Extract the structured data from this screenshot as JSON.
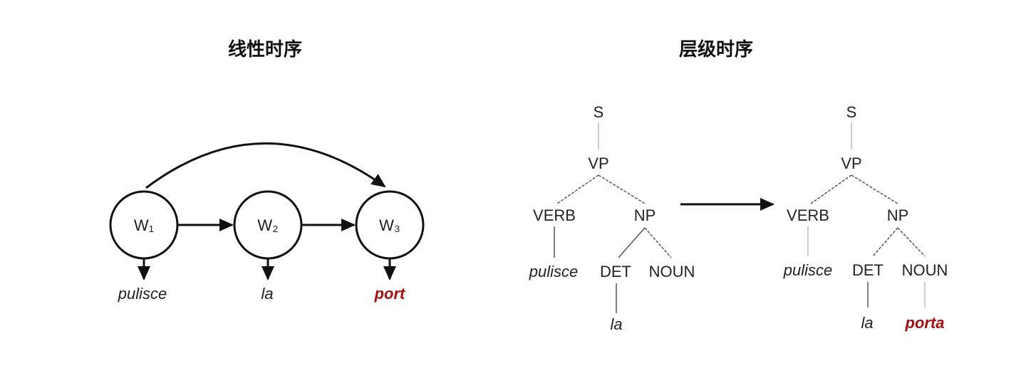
{
  "titles": {
    "linear": "线性时序",
    "hierarchical": "层级时序"
  },
  "linear": {
    "nodes": [
      "W₁",
      "W₂",
      "W₃"
    ],
    "words": [
      "pulisce",
      "la",
      "port"
    ],
    "highlight_color": "#a50f0f"
  },
  "tree_before": {
    "S": "S",
    "VP": "VP",
    "VERB": "VERB",
    "NP": "NP",
    "DET": "DET",
    "NOUN": "NOUN",
    "words": [
      "pulisce",
      "la"
    ]
  },
  "tree_after": {
    "S": "S",
    "VP": "VP",
    "VERB": "VERB",
    "NP": "NP",
    "DET": "DET",
    "NOUN": "NOUN",
    "words": [
      "pulisce",
      "la",
      "porta"
    ]
  }
}
